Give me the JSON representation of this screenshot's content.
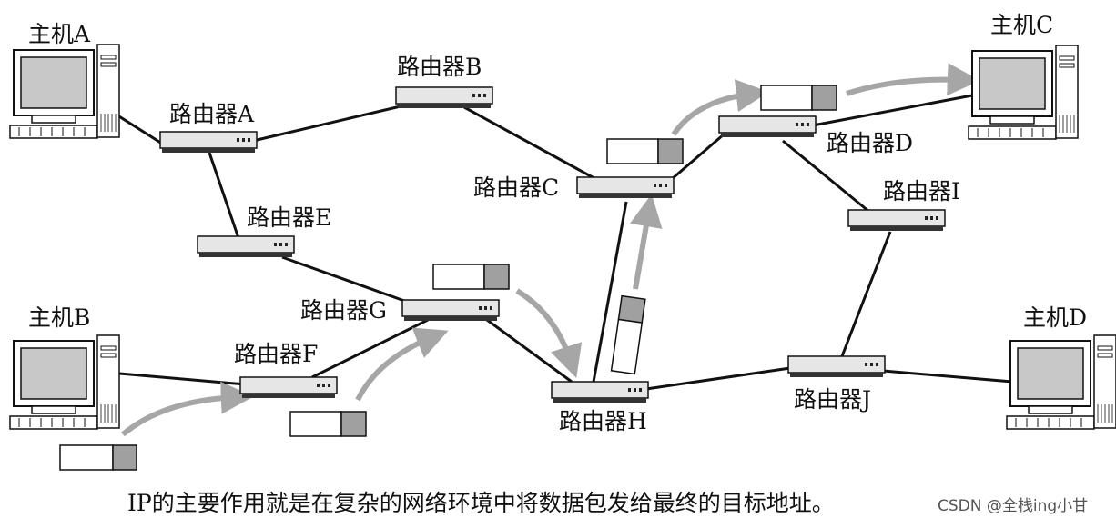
{
  "hosts": {
    "A": {
      "label": "主机A"
    },
    "B": {
      "label": "主机B"
    },
    "C": {
      "label": "主机C"
    },
    "D": {
      "label": "主机D"
    }
  },
  "routers": {
    "A": {
      "label": "路由器A"
    },
    "B": {
      "label": "路由器B"
    },
    "C": {
      "label": "路由器C"
    },
    "D": {
      "label": "路由器D"
    },
    "E": {
      "label": "路由器E"
    },
    "F": {
      "label": "路由器F"
    },
    "G": {
      "label": "路由器G"
    },
    "H": {
      "label": "路由器H"
    },
    "I": {
      "label": "路由器I"
    },
    "J": {
      "label": "路由器J"
    }
  },
  "links": [
    [
      "host-A",
      "router-A"
    ],
    [
      "router-A",
      "router-B"
    ],
    [
      "router-A",
      "router-E"
    ],
    [
      "router-B",
      "router-C"
    ],
    [
      "router-C",
      "router-D"
    ],
    [
      "router-D",
      "host-C"
    ],
    [
      "router-D",
      "router-I"
    ],
    [
      "router-E",
      "router-G"
    ],
    [
      "host-B",
      "router-F"
    ],
    [
      "router-F",
      "router-G"
    ],
    [
      "router-G",
      "router-H"
    ],
    [
      "router-H",
      "router-C"
    ],
    [
      "router-H",
      "router-J"
    ],
    [
      "router-I",
      "router-J"
    ],
    [
      "router-J",
      "host-D"
    ]
  ],
  "packet_path": [
    "host-B",
    "router-F",
    "router-G",
    "router-H",
    "router-C",
    "router-D",
    "host-C"
  ],
  "caption": "IP的主要作用就是在复杂的网络环境中将数据包发给最终的目标地址。",
  "watermark": "CSDN @全栈ing小甘",
  "colors": {
    "link": "#111111",
    "arrow": "#a6a6a6",
    "packet_tail": "#a0a0a0",
    "screen": "#c8c8c8",
    "router_body": "#e6e6e6"
  }
}
